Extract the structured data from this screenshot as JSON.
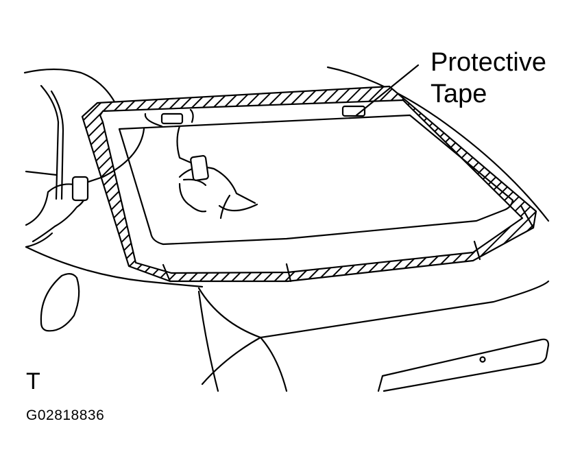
{
  "labels": {
    "callout_line1": "Protective",
    "callout_line2": "Tape",
    "view_letter": "T",
    "figure_code": "G02818836"
  }
}
